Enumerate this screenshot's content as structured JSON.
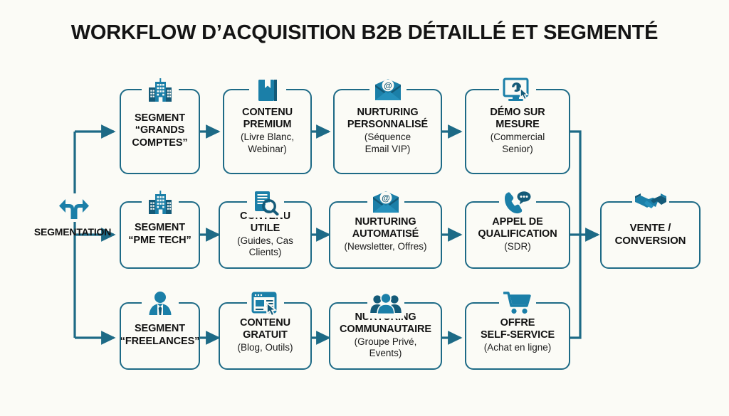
{
  "page": {
    "title": "WORKFLOW D’ACQUISITION B2B DÉTAILLÉ ET SEGMENTÉ",
    "background_color": "#fbfbf6",
    "line_color": "#1d6a86",
    "icon_color": "#1b7fa8",
    "icon_dark_color": "#145a78",
    "text_color": "#121212"
  },
  "segmentation": {
    "label": "SEGMENTATION",
    "icon": "fork-arrows-icon"
  },
  "rows": [
    {
      "id": "row-grands-comptes",
      "nodes": [
        {
          "icon": "office-building-icon",
          "title_lines": [
            "SEGMENT",
            "“GRANDS",
            "COMPTES”"
          ],
          "sub_lines": []
        },
        {
          "icon": "book-bookmark-icon",
          "title_lines": [
            "CONTENU",
            "PREMIUM"
          ],
          "sub_lines": [
            "(Livre Blanc,",
            "Webinar)"
          ]
        },
        {
          "icon": "email-at-icon",
          "title_lines": [
            "NURTURING",
            "PERSONNALISÉ"
          ],
          "sub_lines": [
            "(Séquence",
            "Email VIP)"
          ]
        },
        {
          "icon": "monitor-cursor-icon",
          "title_lines": [
            "DÉMO SUR",
            "MESURE"
          ],
          "sub_lines": [
            "(Commercial",
            "Senior)"
          ]
        }
      ]
    },
    {
      "id": "row-pme-tech",
      "nodes": [
        {
          "icon": "office-building-icon",
          "title_lines": [
            "SEGMENT",
            "“PME TECH”"
          ],
          "sub_lines": []
        },
        {
          "icon": "document-magnifier-icon",
          "title_lines": [
            "CONTENU",
            "UTILE"
          ],
          "sub_lines": [
            "(Guides, Cas Clients)"
          ]
        },
        {
          "icon": "email-at-icon",
          "title_lines": [
            "NURTURING",
            "AUTOMATISÉ"
          ],
          "sub_lines": [
            "(Newsletter, Offres)"
          ]
        },
        {
          "icon": "phone-chat-icon",
          "title_lines": [
            "APPEL DE",
            "QUALIFICATION"
          ],
          "sub_lines": [
            "(SDR)"
          ]
        }
      ]
    },
    {
      "id": "row-freelances",
      "nodes": [
        {
          "icon": "person-tie-icon",
          "title_lines": [
            "SEGMENT",
            "“FREELANCES”"
          ],
          "sub_lines": []
        },
        {
          "icon": "webpage-click-icon",
          "title_lines": [
            "CONTENU",
            "GRATUIT"
          ],
          "sub_lines": [
            "(Blog, Outils)"
          ]
        },
        {
          "icon": "group-people-icon",
          "title_lines": [
            "NURTURING",
            "COMMUNAUTAIRE"
          ],
          "sub_lines": [
            "(Groupe Privé,",
            "Events)"
          ]
        },
        {
          "icon": "shopping-cart-icon",
          "title_lines": [
            "OFFRE",
            "SELF-SERVICE"
          ],
          "sub_lines": [
            "(Achat en ligne)"
          ]
        }
      ]
    }
  ],
  "outcome": {
    "icon": "handshake-icon",
    "title_lines": [
      "VENTE /",
      "CONVERSION"
    ],
    "sub_lines": []
  }
}
